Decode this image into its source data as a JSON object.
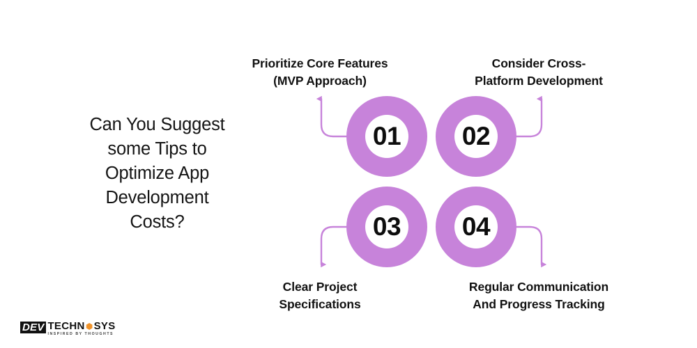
{
  "page": {
    "background_color": "#ffffff",
    "accent_color": "#c783da",
    "text_color": "#111111",
    "logo_accent_color": "#f0932b"
  },
  "heading": {
    "line1": "Can You Suggest",
    "line2": "some Tips to",
    "line3": "Optimize App",
    "line4": "Development",
    "line5": "Costs?"
  },
  "steps": [
    {
      "number": "01",
      "label_line1": "Prioritize Core Features",
      "label_line2": "(MVP Approach)",
      "arrow_direction": "up-left"
    },
    {
      "number": "02",
      "label_line1": "Consider Cross-",
      "label_line2": "Platform Development",
      "arrow_direction": "up-right"
    },
    {
      "number": "03",
      "label_line1": "Clear Project",
      "label_line2": "Specifications",
      "arrow_direction": "down-left"
    },
    {
      "number": "04",
      "label_line1": "Regular Communication",
      "label_line2": "And Progress Tracking",
      "arrow_direction": "down-right"
    }
  ],
  "logo": {
    "badge": "DEV",
    "word_part1": "TECHN",
    "word_part2": "SYS",
    "tagline": "INSPIRED BY THOUGHTS"
  }
}
